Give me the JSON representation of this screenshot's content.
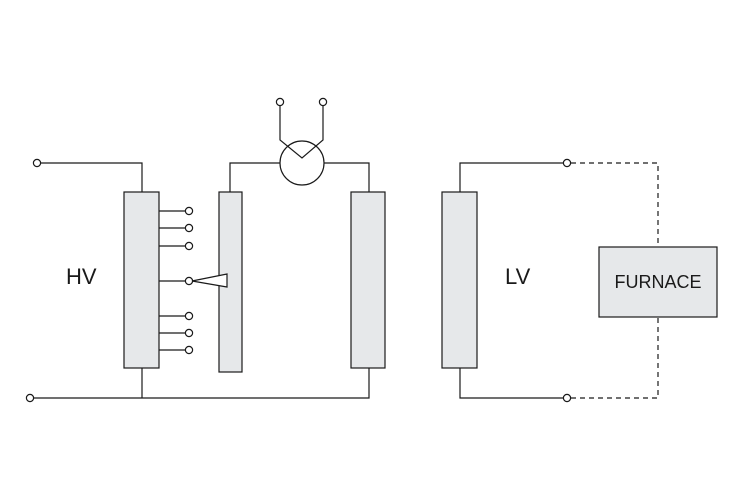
{
  "labels": {
    "hv": "HV",
    "lv": "LV",
    "furnace": "FURNACE"
  },
  "colors": {
    "line": "#1a1a1a",
    "winding_fill": "#e6e8ea"
  }
}
